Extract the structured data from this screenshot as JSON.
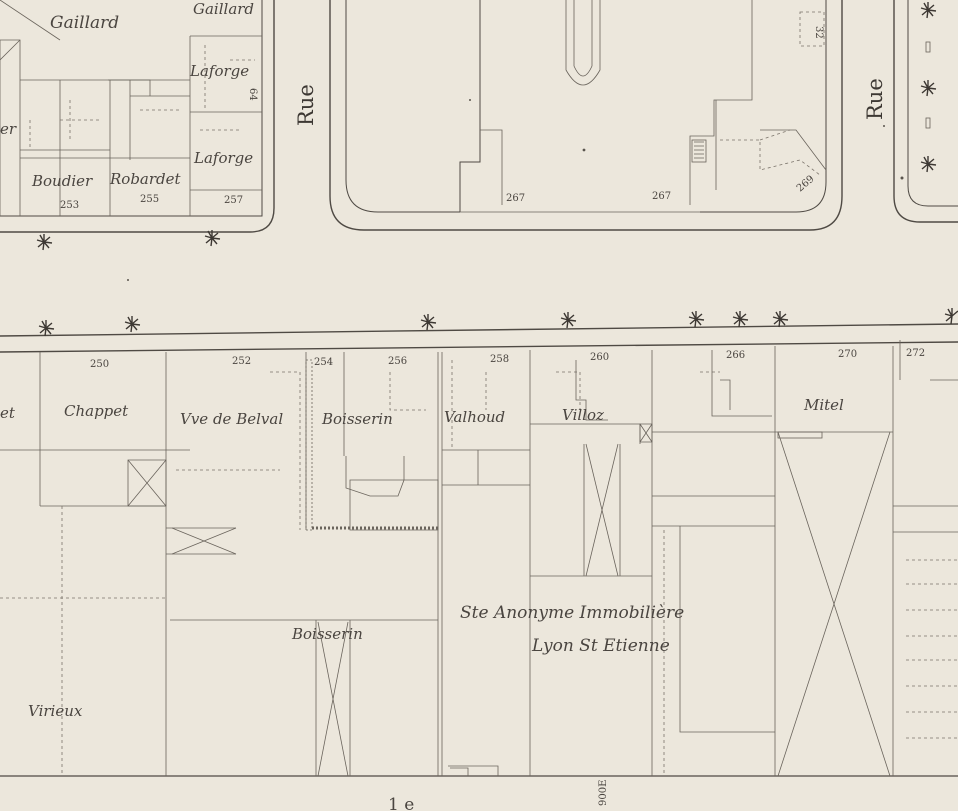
{
  "map": {
    "streets": [
      "Rue",
      "Rue"
    ],
    "owners": {
      "gaillard_1": "Gaillard",
      "gaillard_2": "Gaillard",
      "laforge_1": "Laforge",
      "laforge_2": "Laforge",
      "boudier": "Boudier",
      "robardet": "Robardet",
      "er": "er",
      "chappet": "Chappet",
      "belval": "Vve de Belval",
      "boisserin_1": "Boisserin",
      "boisserin_2": "Boisserin",
      "valhoud": "Valhoud",
      "villoz": "Villoz",
      "mitel": "Mitel",
      "virieux": "Virieux",
      "et": "et",
      "societe_1": "Ste Anonyme Immobilière",
      "societe_2": "Lyon St Etienne"
    },
    "numbers": {
      "n64": "64",
      "n253": "253",
      "n255": "255",
      "n257": "257",
      "n267a": "267",
      "n267b": "267",
      "n269": "269",
      "n32": "32",
      "n250": "250",
      "n252": "252",
      "n254": "254",
      "n256": "256",
      "n258": "258",
      "n260": "260",
      "n266": "266",
      "n270": "270",
      "n272": "272"
    },
    "margin": {
      "side_text": "900E",
      "bottom_mark": "1 e"
    }
  }
}
